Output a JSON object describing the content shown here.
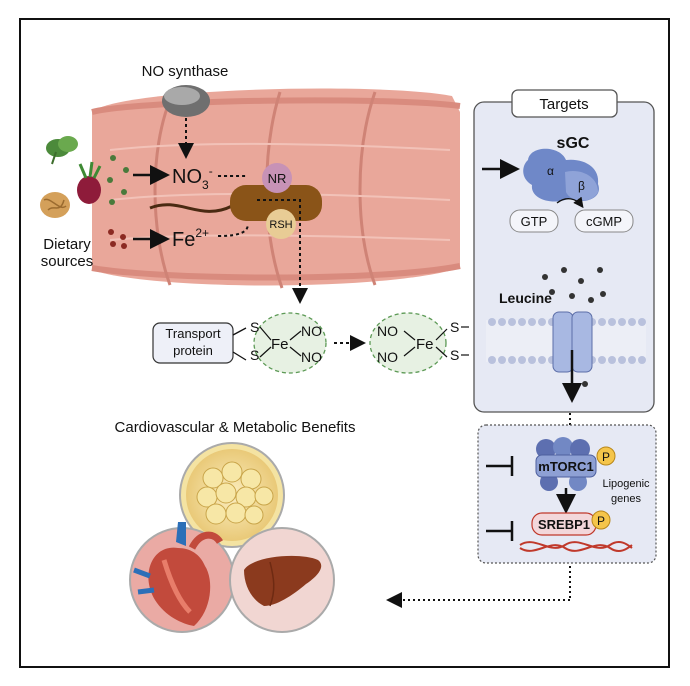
{
  "enzyme": {
    "label": "NO synthase"
  },
  "dietary": {
    "label_line1": "Dietary",
    "label_line2": "sources"
  },
  "nitrate": {
    "base": "NO",
    "sub": "3",
    "sup": "-"
  },
  "iron": {
    "base": "Fe",
    "sup": "2+"
  },
  "complex": {
    "nr_label": "NR",
    "rsh_label": "RSH"
  },
  "transport": {
    "line1": "Transport",
    "line2": "protein"
  },
  "dnic": {
    "s_label": "S",
    "fe_label": "Fe",
    "no_label": "NO"
  },
  "targets": {
    "title": "Targets",
    "sgc_label": "sGC",
    "alpha": "α",
    "beta": "β",
    "gtp": "GTP",
    "cgmp": "cGMP",
    "leucine_label": "Leucine"
  },
  "signaling": {
    "mtorc1": "mTORC1",
    "srebp1": "SREBP1",
    "phospho": "P",
    "lipogenic_line1": "Lipogenic",
    "lipogenic_line2": "genes"
  },
  "benefits": {
    "title": "Cardiovascular & Metabolic Benefits"
  },
  "colors": {
    "intestine": "#e9a79a",
    "complex_brown": "#8a5418",
    "nr_purple": "#c792b6",
    "rsh_tan": "#e8cc95",
    "targets_panel": "#e6e9f4",
    "channel_blue": "#a8b8e2",
    "dna_red": "#c0392b"
  }
}
